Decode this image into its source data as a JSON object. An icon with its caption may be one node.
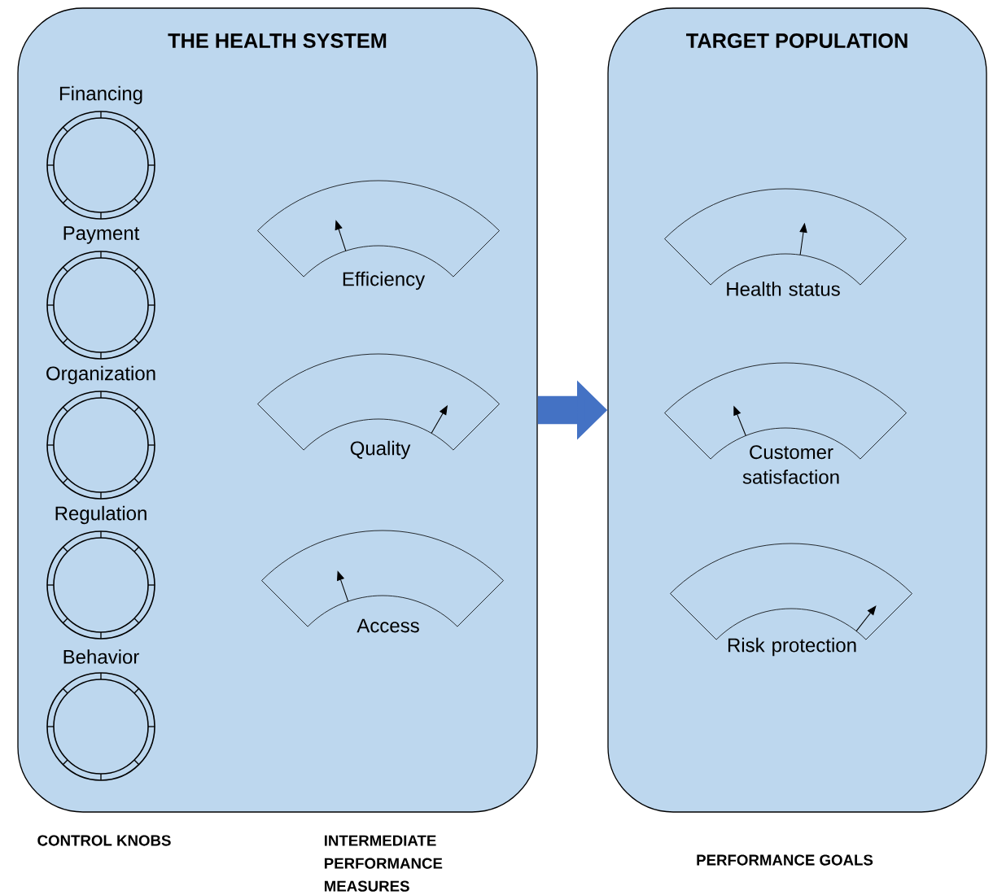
{
  "diagram": {
    "nodes": [
      {
        "text": [
          "THE HEALTH SYSTEM"
        ]
      },
      {
        "text": [
          "TARGET POPULATION"
        ]
      },
      {
        "text": [
          "Financing"
        ],
        "in": 0
      },
      {
        "text": [
          "Payment"
        ],
        "in": 0
      },
      {
        "text": [
          "Organization"
        ],
        "in": 0
      },
      {
        "text": [
          "Regulation"
        ],
        "in": 0
      },
      {
        "text": [
          "Behavior"
        ],
        "in": 0
      },
      {
        "text": [
          "Efficiency"
        ],
        "in": 0
      },
      {
        "text": [
          "Quality"
        ],
        "in": 0
      },
      {
        "text": [
          "Access"
        ],
        "in": 0
      },
      {
        "text": [
          "Health status"
        ],
        "in": 1
      },
      {
        "text": [
          "Customer satisfaction"
        ],
        "in": 1
      },
      {
        "text": [
          "Risk protection"
        ],
        "in": 1
      }
    ],
    "edges": [
      {
        "from": 0,
        "to": 1,
        "arrow": "to"
      }
    ],
    "labels": [
      "CONTROL KNOBS",
      "INTERMEDIATE PERFORMANCE MEASURES",
      "PERFORMANCE GOALS"
    ]
  }
}
